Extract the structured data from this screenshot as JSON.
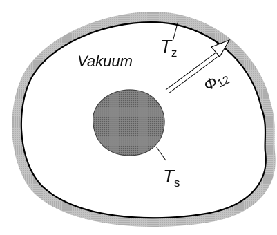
{
  "labels": {
    "vacuum": "Vakuum",
    "outer_temp_symbol": "T",
    "outer_temp_sub": "z",
    "inner_temp_symbol": "T",
    "inner_temp_sub": "s",
    "flux_symbol": "Φ",
    "flux_sub": "12"
  },
  "colors": {
    "outer_wall": "#b0b0b0",
    "inner_body": "#7a7a7a",
    "outline": "#000000",
    "background": "#ffffff"
  }
}
